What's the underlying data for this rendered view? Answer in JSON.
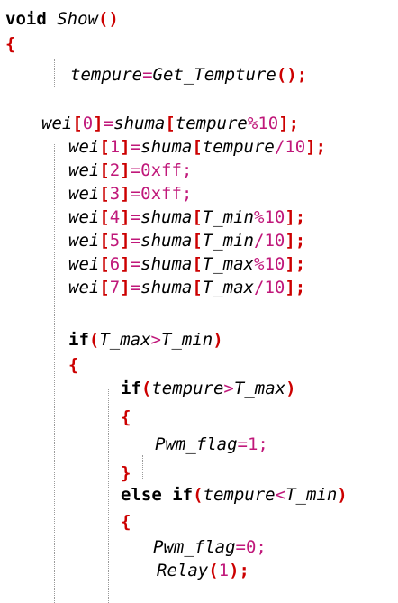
{
  "code": {
    "l1": {
      "t": "void",
      "fn": "Show",
      "p": "()"
    },
    "l2": {
      "brace": "{"
    },
    "l3": {
      "var": "tempure",
      "eq": "=",
      "fn": "Get_Tempture",
      "p": "();"
    },
    "rows": [
      {
        "a": "wei",
        "b": "[",
        "i": "0",
        "c": "]",
        "eq": "=",
        "arr": "shuma",
        "lb": "[",
        "v": "tempure",
        "op": "%",
        "n": "10",
        "rb": "];"
      },
      {
        "a": "wei",
        "b": "[",
        "i": "1",
        "c": "]",
        "eq": "=",
        "arr": "shuma",
        "lb": "[",
        "v": "tempure",
        "op": "/",
        "n": "10",
        "rb": "];"
      },
      {
        "a": "wei",
        "b": "[",
        "i": "2",
        "c": "]",
        "eq": "=",
        "val": "0xff",
        "end": ";"
      },
      {
        "a": "wei",
        "b": "[",
        "i": "3",
        "c": "]",
        "eq": "=",
        "val": "0xff",
        "end": ";"
      },
      {
        "a": "wei",
        "b": "[",
        "i": "4",
        "c": "]",
        "eq": "=",
        "arr": "shuma",
        "lb": "[",
        "v": "T_min",
        "op": "%",
        "n": "10",
        "rb": "];"
      },
      {
        "a": "wei",
        "b": "[",
        "i": "5",
        "c": "]",
        "eq": "=",
        "arr": "shuma",
        "lb": "[",
        "v": "T_min",
        "op": "/",
        "n": "10",
        "rb": "];"
      },
      {
        "a": "wei",
        "b": "[",
        "i": "6",
        "c": "]",
        "eq": "=",
        "arr": "shuma",
        "lb": "[",
        "v": "T_max",
        "op": "%",
        "n": "10",
        "rb": "];"
      },
      {
        "a": "wei",
        "b": "[",
        "i": "7",
        "c": "]",
        "eq": "=",
        "arr": "shuma",
        "lb": "[",
        "v": "T_max",
        "op": "/",
        "n": "10",
        "rb": "];"
      }
    ],
    "if1": {
      "kw": "if",
      "lp": "(",
      "x": "T_max",
      "op": ">",
      "y": "T_min",
      "rp": ")"
    },
    "ob1": "{",
    "if2": {
      "kw": "if",
      "lp": "(",
      "x": "tempure",
      "op": ">",
      "y": "T_max",
      "rp": ")"
    },
    "ob2": "{",
    "pwm1": {
      "v": "Pwm_flag",
      "eq": "=",
      "n": "1",
      "end": ";"
    },
    "cb2": "}",
    "elif": {
      "kw": "else if",
      "lp": "(",
      "x": "tempure",
      "op": "<",
      "y": "T_min",
      "rp": ")"
    },
    "ob3": "{",
    "pwm0": {
      "v": "Pwm_flag",
      "eq": "=",
      "n": "0",
      "end": ";"
    },
    "relay": {
      "fn": "Relay",
      "lp": "(",
      "n": "1",
      "rp": ");"
    }
  }
}
